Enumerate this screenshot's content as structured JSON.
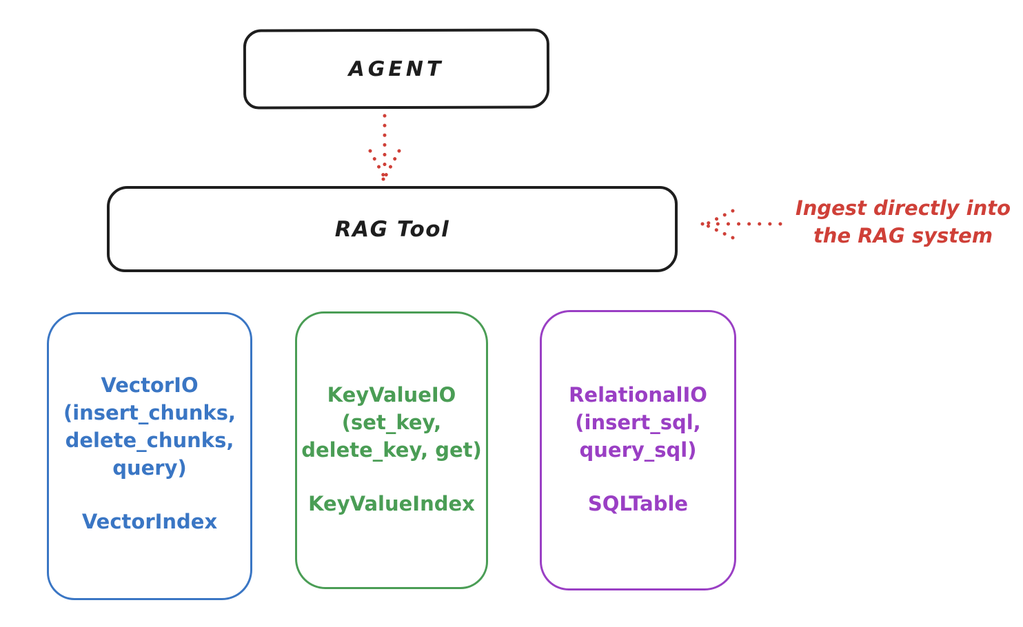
{
  "diagram": {
    "agent": {
      "label": "AGENT"
    },
    "rag_tool": {
      "label": "RAG Tool"
    },
    "annotation": {
      "text": "Ingest directly into\nthe RAG system"
    },
    "cards": {
      "vector": {
        "body": "VectorIO\n(insert_chunks,\ndelete_chunks,\nquery)",
        "index": "VectorIndex",
        "color": "#3a76c4"
      },
      "keyvalue": {
        "body": "KeyValueIO\n(set_key,\ndelete_key, get)",
        "index": "KeyValueIndex",
        "color": "#4a9d55"
      },
      "relational": {
        "body": "RelationalIO\n(insert_sql,\nquery_sql)",
        "index": "SQLTable",
        "color": "#9a3fc4"
      }
    },
    "colors": {
      "stroke": "#1e1e1e",
      "annotation_red": "#cf4038",
      "background": "#ffffff"
    }
  }
}
